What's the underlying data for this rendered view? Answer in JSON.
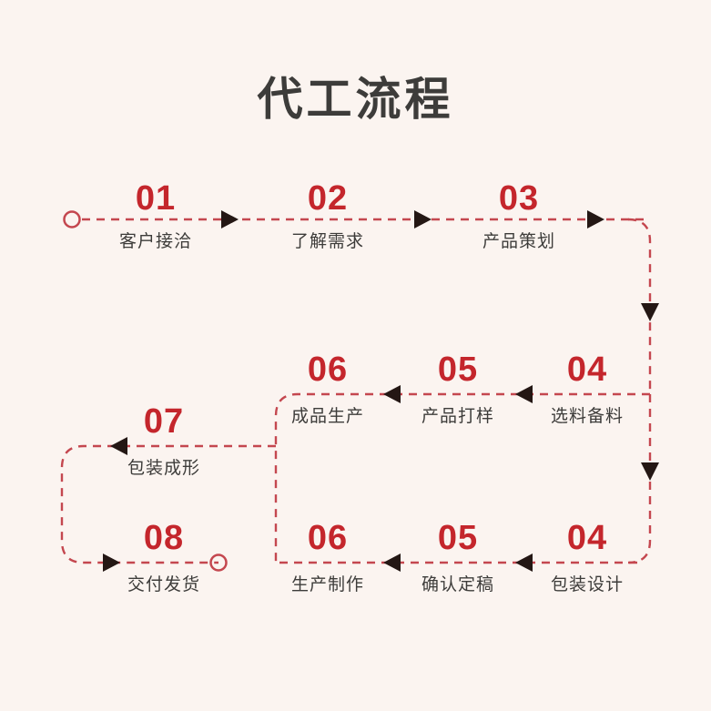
{
  "page": {
    "background_color": "#FBF4F0",
    "accent_color": "#C4262C",
    "text_color": "#3D3C3A",
    "line_color": "#C4474F",
    "arrow_color": "#241714"
  },
  "header": {
    "title": "代工流程"
  },
  "flow": {
    "start_marker": "start-circle",
    "end_marker": "end-circle",
    "rows": [
      {
        "row_name": "row-one",
        "direction": "left-to-right",
        "nodes": [
          {
            "number": "01",
            "label": "客户接洽"
          },
          {
            "number": "02",
            "label": "了解需求"
          },
          {
            "number": "03",
            "label": "产品策划"
          }
        ]
      },
      {
        "row_name": "row-two",
        "direction": "right-to-left",
        "nodes": [
          {
            "number": "04",
            "label": "选料备料"
          },
          {
            "number": "05",
            "label": "产品打样"
          },
          {
            "number": "06",
            "label": "成品生产"
          },
          {
            "number": "07",
            "label": "包装成形"
          }
        ]
      },
      {
        "row_name": "row-three",
        "direction": "right-to-left",
        "nodes": [
          {
            "number": "04",
            "label": "包装设计"
          },
          {
            "number": "05",
            "label": "确认定稿"
          },
          {
            "number": "06",
            "label": "生产制作"
          },
          {
            "number": "08",
            "label": "交付发货"
          }
        ]
      }
    ]
  }
}
